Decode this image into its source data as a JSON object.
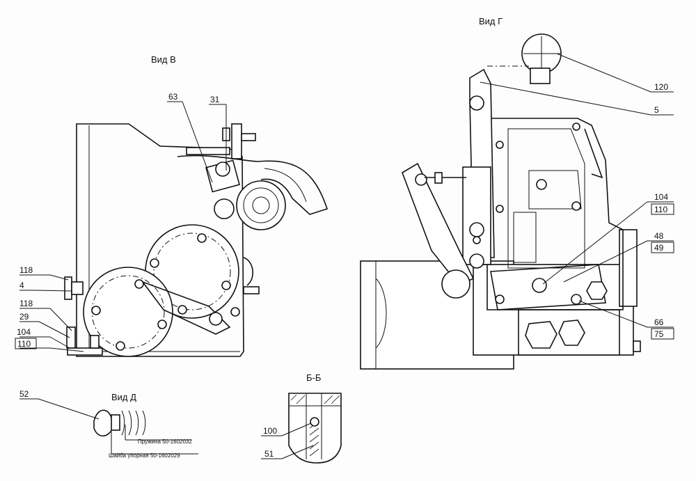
{
  "views": {
    "vid_v": "Вид В",
    "vid_g": "Вид Г",
    "vid_d": "Вид Д",
    "section_bb": "Б-Б"
  },
  "callouts": {
    "c63": "63",
    "c31": "31",
    "c118a": "118",
    "c4": "4",
    "c118b": "118",
    "c29": "29",
    "c104a": "104",
    "c110a": "110",
    "c120": "120",
    "c5": "5",
    "c104b": "104",
    "c110b": "110",
    "c48": "48",
    "c49": "49",
    "c66": "66",
    "c75": "75",
    "c52": "52",
    "c100": "100",
    "c51": "51"
  },
  "notes": {
    "spring": "Пружина 50-1602032",
    "washer": "Шайба упорная 50-1602029"
  }
}
